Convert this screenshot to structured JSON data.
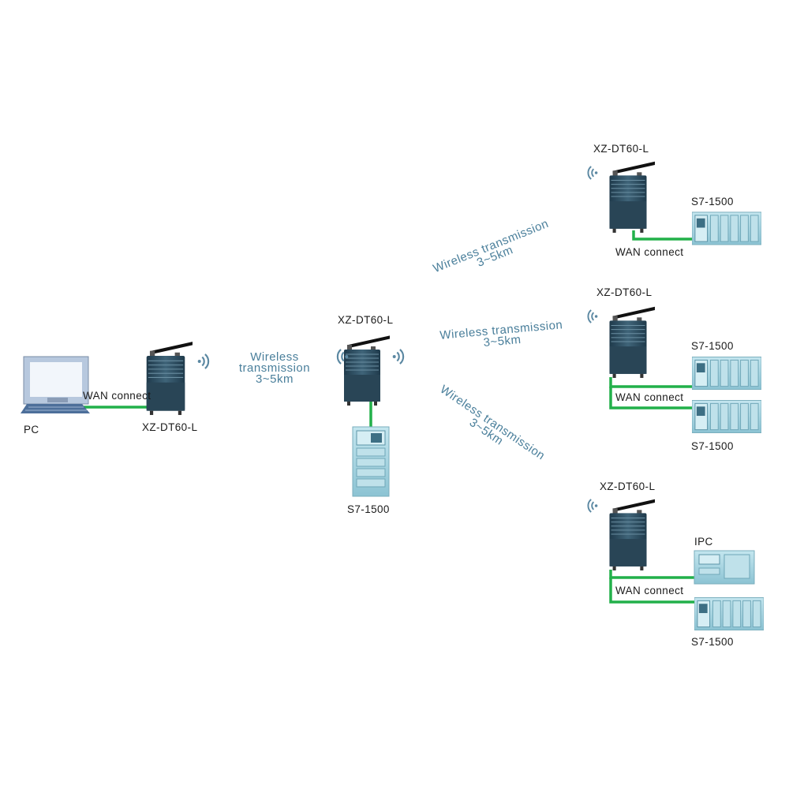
{
  "device_model": "XZ-DT60-L",
  "plc_model": "S7-1500",
  "wan_label": "WAN connect",
  "pc_label": "PC",
  "ipc_label": "IPC",
  "wireless_lines": [
    "Wireless",
    "transmission",
    "3~5km"
  ],
  "wireless_top": "Wireless transmission",
  "wireless_range": "3~5km",
  "colors": {
    "link": "#22b04a",
    "radio_body": "#2f4f63",
    "wireless_text": "#4a7f9b",
    "plc": "#a9d6e3"
  }
}
